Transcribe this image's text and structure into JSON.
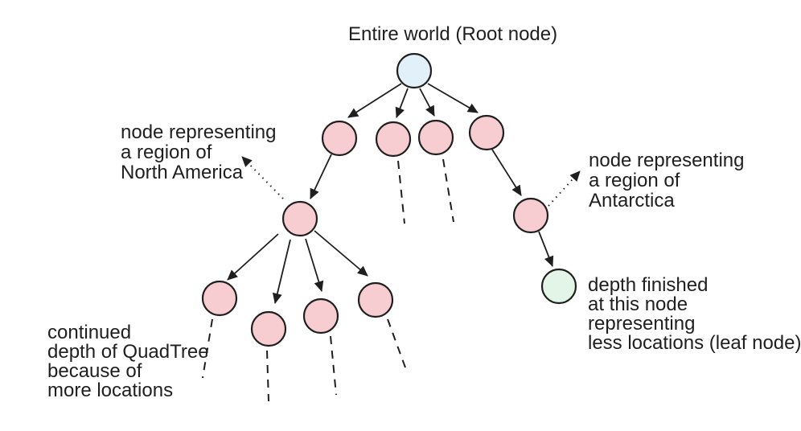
{
  "diagram": {
    "title": "Entire world (Root node)",
    "annotations": {
      "north_america": [
        "node representing",
        "a region of",
        "North America"
      ],
      "antarctica": [
        "node representing",
        "a region of",
        "Antarctica"
      ],
      "continued_depth": [
        "continued",
        "depth of QuadTree",
        "because of",
        "more locations"
      ],
      "leaf_node": [
        "depth finished",
        "at this node",
        "representing",
        "less locations (leaf node)"
      ]
    },
    "colors": {
      "root_fill": "#e2f0fa",
      "region_fill": "#f8cdd2",
      "leaf_fill": "#e3f5e6",
      "line": "#1f1f1f",
      "text": "#1f1f1f",
      "background": "#ffffff"
    }
  }
}
